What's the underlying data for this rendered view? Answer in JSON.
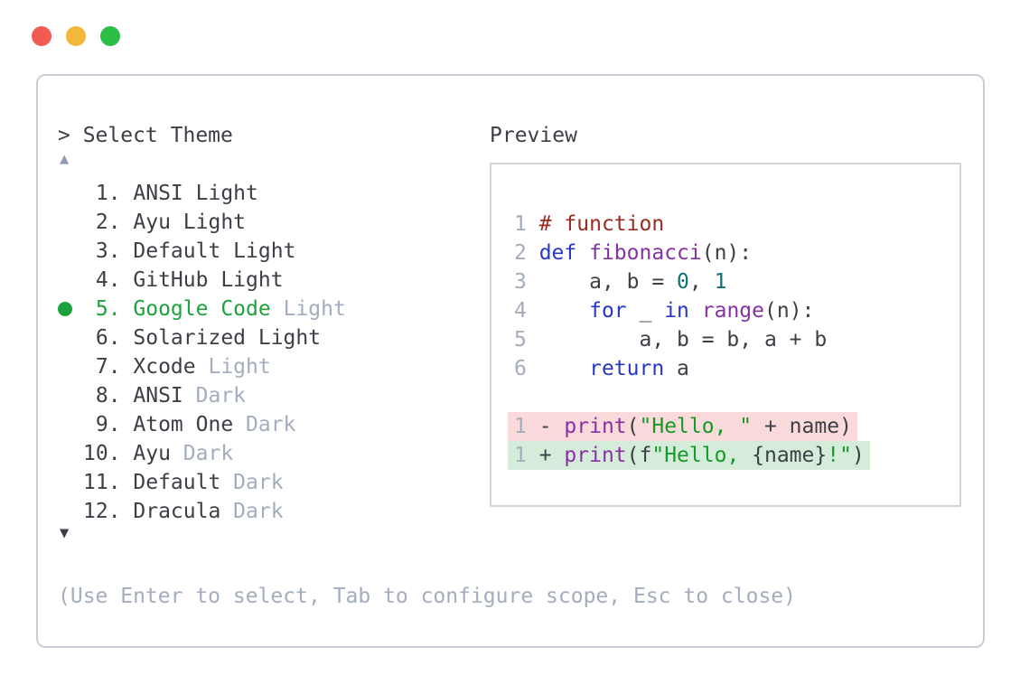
{
  "colors": {
    "text": "#3c4046",
    "muted": "#a3adbe",
    "accent_green": "#1ca23c",
    "comment": "#9b2b1e",
    "keyword": "#2737c8",
    "func": "#8731a3",
    "literal": "#0e7175",
    "string": "#149a28",
    "removed_bg": "#fadada",
    "added_bg": "#d6ecda",
    "panel_border": "#c8cdd5",
    "preview_border": "#cfd3da",
    "arrow_up": "#8e9cb2",
    "arrow_down": "#3a3d43"
  },
  "window": {
    "traffic_lights": [
      {
        "name": "close",
        "color": "#f15b52"
      },
      {
        "name": "minimize",
        "color": "#f3b739"
      },
      {
        "name": "zoom",
        "color": "#2dbe48"
      }
    ]
  },
  "theme_picker": {
    "prompt": "> Select Theme",
    "scroll_up_icon": "▲",
    "scroll_down_icon": "▼",
    "hint": "(Use Enter to select, Tab to configure scope, Esc to close)",
    "items": [
      {
        "num": " 1",
        "name": "ANSI",
        "variant": "Light",
        "variant_muted": false,
        "selected": false
      },
      {
        "num": " 2",
        "name": "Ayu",
        "variant": "Light",
        "variant_muted": false,
        "selected": false
      },
      {
        "num": " 3",
        "name": "Default",
        "variant": "Light",
        "variant_muted": false,
        "selected": false
      },
      {
        "num": " 4",
        "name": "GitHub",
        "variant": "Light",
        "variant_muted": false,
        "selected": false
      },
      {
        "num": " 5",
        "name": "Google Code",
        "variant": "Light",
        "variant_muted": true,
        "selected": true
      },
      {
        "num": " 6",
        "name": "Solarized",
        "variant": "Light",
        "variant_muted": false,
        "selected": false
      },
      {
        "num": " 7",
        "name": "Xcode",
        "variant": "Light",
        "variant_muted": true,
        "selected": false
      },
      {
        "num": " 8",
        "name": "ANSI",
        "variant": "Dark",
        "variant_muted": true,
        "selected": false
      },
      {
        "num": " 9",
        "name": "Atom One",
        "variant": "Dark",
        "variant_muted": true,
        "selected": false
      },
      {
        "num": "10",
        "name": "Ayu",
        "variant": "Dark",
        "variant_muted": true,
        "selected": false
      },
      {
        "num": "11",
        "name": "Default",
        "variant": "Dark",
        "variant_muted": true,
        "selected": false
      },
      {
        "num": "12",
        "name": "Dracula",
        "variant": "Dark",
        "variant_muted": true,
        "selected": false
      }
    ]
  },
  "preview": {
    "label": "Preview",
    "code_lines": [
      {
        "num": "1",
        "tokens": [
          {
            "t": "# function",
            "c": "comment"
          }
        ]
      },
      {
        "num": "2",
        "tokens": [
          {
            "t": "def",
            "c": "keyword"
          },
          {
            "t": " ",
            "c": "plain"
          },
          {
            "t": "fibonacci",
            "c": "func"
          },
          {
            "t": "(n):",
            "c": "plain"
          }
        ]
      },
      {
        "num": "3",
        "tokens": [
          {
            "t": "    a, b = ",
            "c": "plain"
          },
          {
            "t": "0",
            "c": "literal"
          },
          {
            "t": ", ",
            "c": "plain"
          },
          {
            "t": "1",
            "c": "literal"
          }
        ]
      },
      {
        "num": "4",
        "tokens": [
          {
            "t": "    ",
            "c": "plain"
          },
          {
            "t": "for",
            "c": "keyword"
          },
          {
            "t": " _ ",
            "c": "plain"
          },
          {
            "t": "in",
            "c": "keyword"
          },
          {
            "t": " ",
            "c": "plain"
          },
          {
            "t": "range",
            "c": "func"
          },
          {
            "t": "(n):",
            "c": "plain"
          }
        ]
      },
      {
        "num": "5",
        "tokens": [
          {
            "t": "        a, b = b, a + b",
            "c": "plain"
          }
        ]
      },
      {
        "num": "6",
        "tokens": [
          {
            "t": "    ",
            "c": "plain"
          },
          {
            "t": "return",
            "c": "keyword"
          },
          {
            "t": " a",
            "c": "plain"
          }
        ]
      }
    ],
    "diff_lines": [
      {
        "num": "1",
        "sign": "-",
        "bg": "removed",
        "tokens": [
          {
            "t": "print",
            "c": "func"
          },
          {
            "t": "(",
            "c": "plain"
          },
          {
            "t": "\"Hello, \"",
            "c": "string"
          },
          {
            "t": " + name)",
            "c": "plain"
          }
        ]
      },
      {
        "num": "1",
        "sign": "+",
        "bg": "added",
        "tokens": [
          {
            "t": "print",
            "c": "func"
          },
          {
            "t": "(f",
            "c": "plain"
          },
          {
            "t": "\"Hello, ",
            "c": "string"
          },
          {
            "t": "{name}",
            "c": "plain"
          },
          {
            "t": "!\"",
            "c": "string"
          },
          {
            "t": ")",
            "c": "plain"
          }
        ]
      }
    ]
  }
}
